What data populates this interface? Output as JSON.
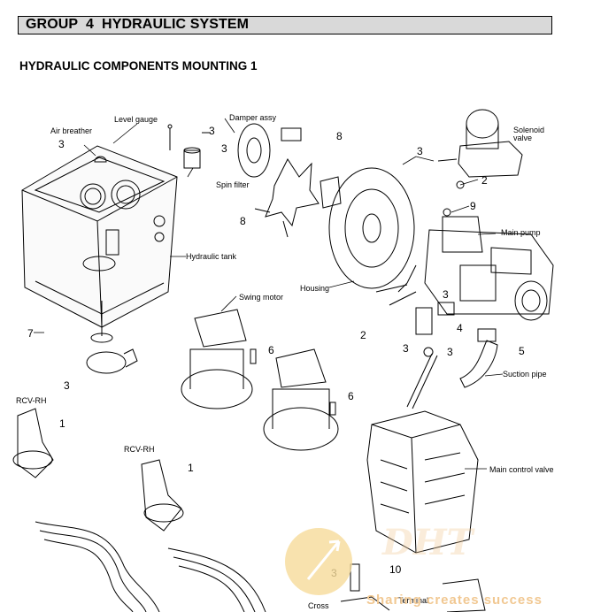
{
  "header": {
    "group_title": "GROUP  4  HYDRAULIC SYSTEM"
  },
  "section": {
    "title": "HYDRAULIC COMPONENTS MOUNTING 1"
  },
  "labels": {
    "level_gauge": "Level gauge",
    "air_breather": "Air breather",
    "damper_assy": "Damper assy",
    "solenoid_valve_1": "Solenoid",
    "solenoid_valve_2": "valve",
    "spin_filter": "Spin filter",
    "hydraulic_tank": "Hydraulic tank",
    "main_pump": "Main pump",
    "housing": "Housing",
    "swing_motor": "Swing motor",
    "suction_pipe": "Suction pipe",
    "rcv_rh_1": "RCV-RH",
    "rcv_rh_2": "RCV-RH",
    "main_control_valve": "Main control valve",
    "cross": "Cross",
    "terminal": "Terminal"
  },
  "callouts": {
    "n3_a": "3",
    "n3_b": "3",
    "n3_c": "3",
    "n8_a": "8",
    "n8_b": "8",
    "n3_d": "3",
    "n2_a": "2",
    "n9": "9",
    "n3_e": "3",
    "n4": "4",
    "n7": "7",
    "n2_b": "2",
    "n3_f": "3",
    "n3_g": "3",
    "n5": "5",
    "n6_a": "6",
    "n6_b": "6",
    "n3_h": "3",
    "n1_a": "1",
    "n1_b": "1",
    "n10": "10",
    "n3_i": "3"
  },
  "watermark": {
    "text": "Sharing creates success",
    "logo": "DHT"
  },
  "colors": {
    "header_bg": "#d9d9d9",
    "watermark": "#f1c892"
  }
}
